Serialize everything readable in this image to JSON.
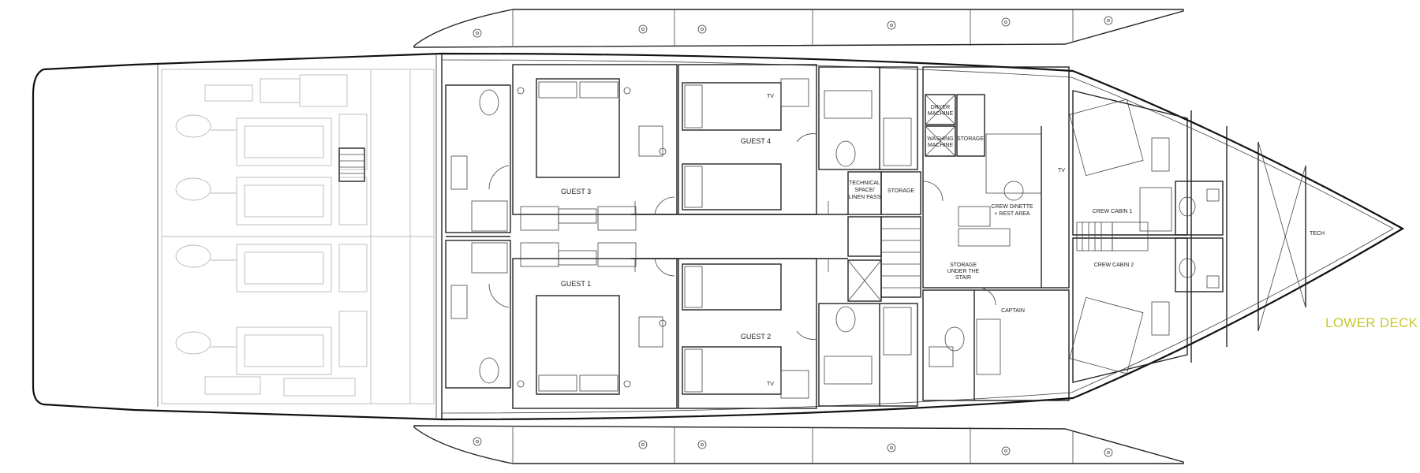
{
  "plan": {
    "deck_label": "LOWER DECK",
    "rooms": {
      "guest_1": "GUEST 1",
      "guest_2": "GUEST 2",
      "guest_3": "GUEST 3",
      "guest_4": "GUEST 4",
      "technical_line1": "TECHNICAL",
      "technical_line2": "SPACE/",
      "technical_line3": "LINEN PASS",
      "storage_mid": "STORAGE",
      "storage_upper": "STORAGE",
      "dryer_line1": "DRYER",
      "dryer_line2": "MACHINE",
      "washing_line1": "WASHING",
      "washing_line2": "MACHINE",
      "crew_dinette_line1": "CREW DINETTE",
      "crew_dinette_line2": "+ REST AREA",
      "stair_storage_line1": "STORAGE",
      "stair_storage_line2": "UNDER THE",
      "stair_storage_line3": "STAIR",
      "captain": "CAPTAIN",
      "crew_cabin_1": "CREW CABIN 1",
      "crew_cabin_2": "CREW CABIN 2",
      "tech": "TECH",
      "tv_guest4": "TV",
      "tv_guest2": "TV",
      "tv_crew": "TV"
    }
  }
}
